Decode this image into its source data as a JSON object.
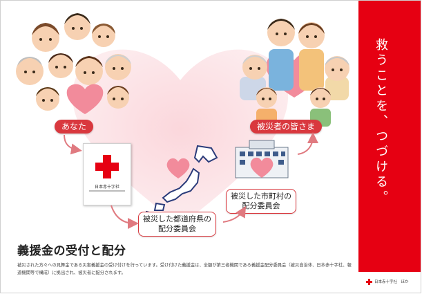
{
  "colors": {
    "accent": "#e60012",
    "pill": "#d9383e",
    "heart": "#f28b9b"
  },
  "labels": {
    "you": "あなた",
    "victims": "被災者の皆さま",
    "prefecture_committee": "被災した都道府県の\n配分委員会",
    "municipal_committee": "被災した市町村の\n配分委員会"
  },
  "jrc": {
    "name": "日本赤十字社"
  },
  "title": "義援金の受付と配分",
  "description": "被災された方々への見舞金である災害義援金の受け付けを行っています。受け付けた義援金は、全額が第三者機関である義援金配分委員会（被災自治体、日本赤十字社、報道機関等で構成）に拠出され、被災者に配分されます。",
  "slogan": "救うことを、つづける。",
  "logo_text": "日本赤十字社　ほか"
}
